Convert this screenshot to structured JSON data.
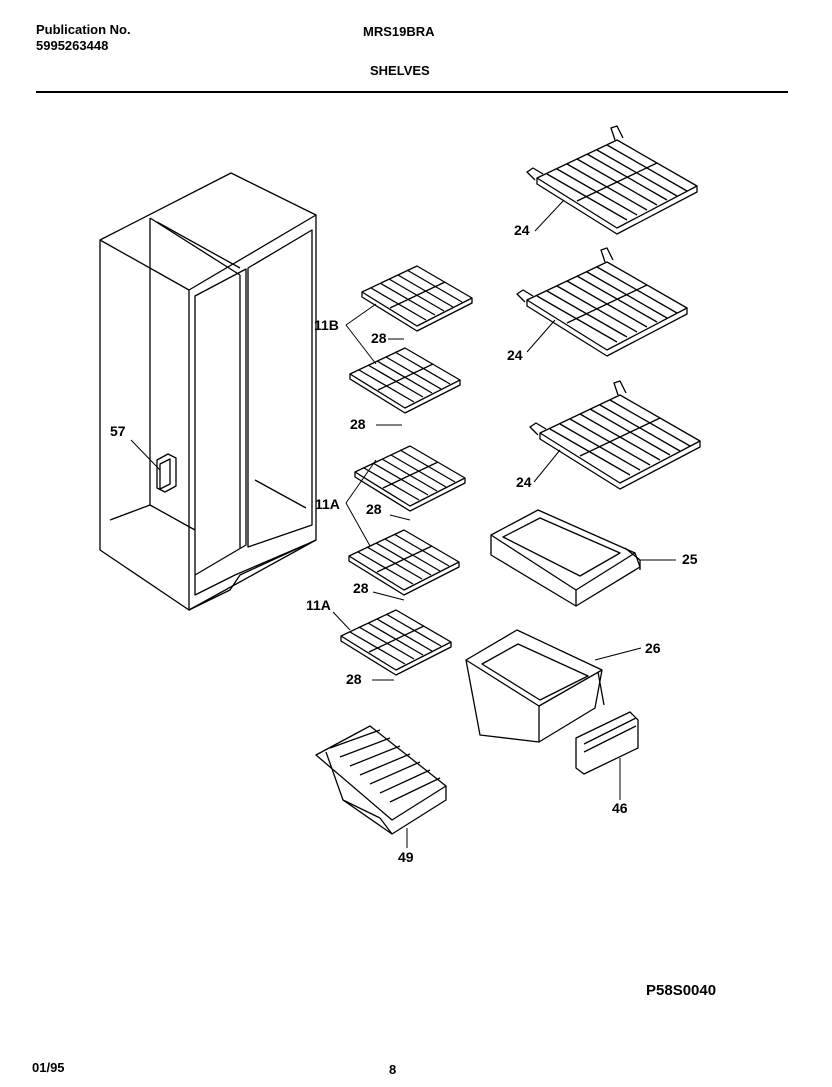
{
  "header": {
    "publication_label": "Publication No.",
    "publication_number": "5995263448",
    "model": "MRS19BRA",
    "section": "SHELVES"
  },
  "footer": {
    "date": "01/95",
    "page": "8",
    "figure_code": "P58S0040"
  },
  "callouts": {
    "c24a": "24",
    "c24b": "24",
    "c24c": "24",
    "c25": "25",
    "c26": "26",
    "c46": "46",
    "c49": "49",
    "c57": "57",
    "c11b": "11B",
    "c11a_1": "11A",
    "c11a_2": "11A",
    "c28a": "28",
    "c28b": "28",
    "c28c": "28",
    "c28d": "28",
    "c28e": "28"
  }
}
